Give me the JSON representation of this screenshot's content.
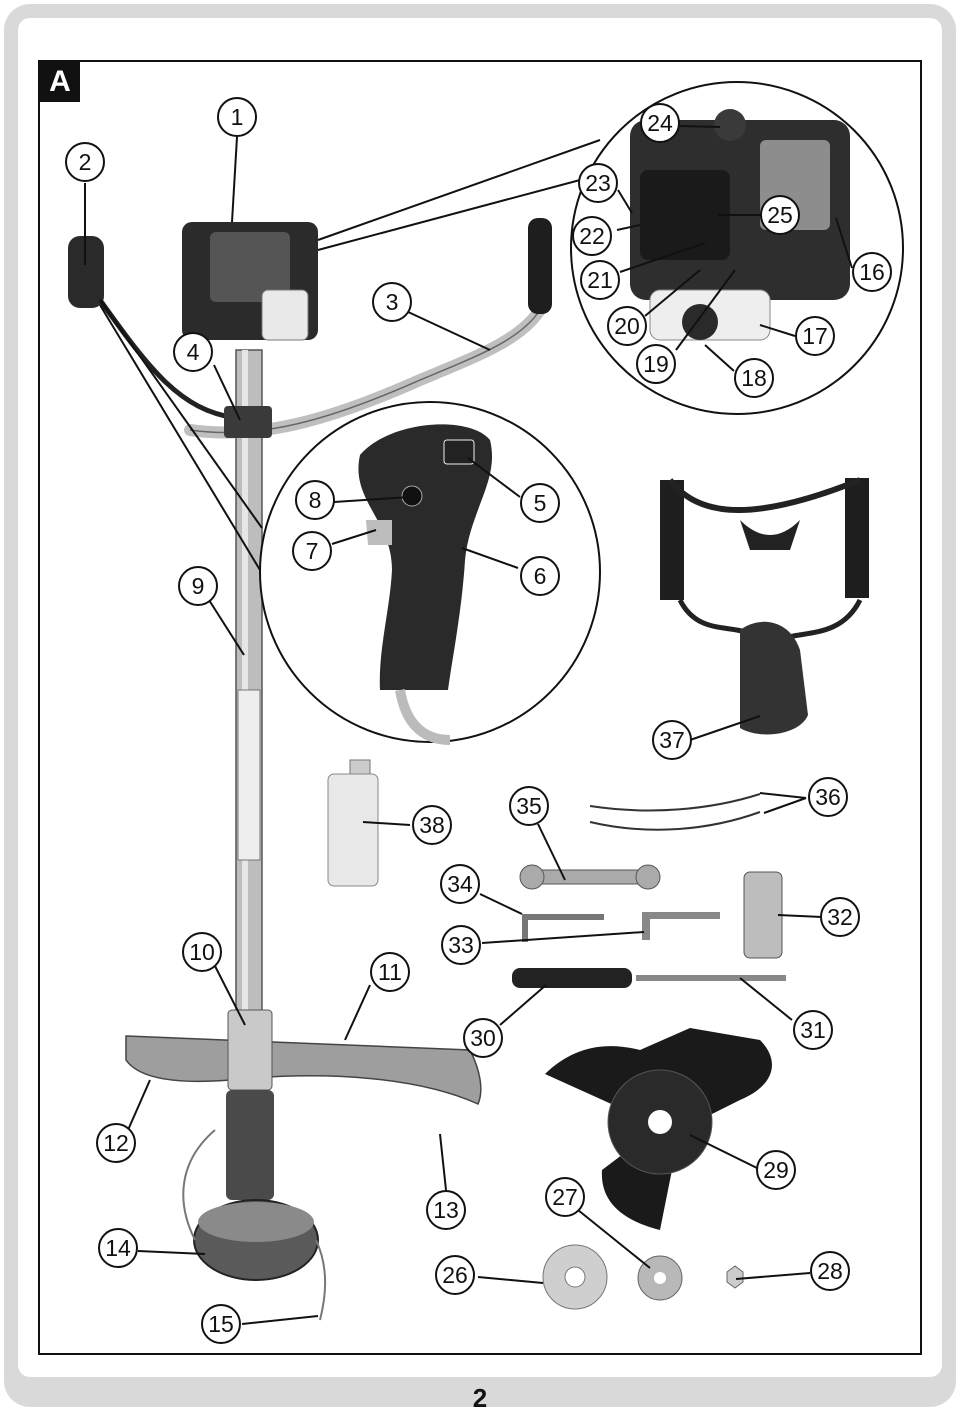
{
  "page": {
    "section_label": "A",
    "page_number": "2"
  },
  "callouts": [
    {
      "label": "1"
    },
    {
      "label": "2"
    },
    {
      "label": "3"
    },
    {
      "label": "4"
    },
    {
      "label": "5"
    },
    {
      "label": "6"
    },
    {
      "label": "7"
    },
    {
      "label": "8"
    },
    {
      "label": "9"
    },
    {
      "label": "10"
    },
    {
      "label": "11"
    },
    {
      "label": "12"
    },
    {
      "label": "13"
    },
    {
      "label": "14"
    },
    {
      "label": "15"
    },
    {
      "label": "16"
    },
    {
      "label": "17"
    },
    {
      "label": "18"
    },
    {
      "label": "19"
    },
    {
      "label": "20"
    },
    {
      "label": "21"
    },
    {
      "label": "22"
    },
    {
      "label": "23"
    },
    {
      "label": "24"
    },
    {
      "label": "25"
    },
    {
      "label": "26"
    },
    {
      "label": "27"
    },
    {
      "label": "28"
    },
    {
      "label": "29"
    },
    {
      "label": "30"
    },
    {
      "label": "31"
    },
    {
      "label": "32"
    },
    {
      "label": "33"
    },
    {
      "label": "34"
    },
    {
      "label": "35"
    },
    {
      "label": "36"
    },
    {
      "label": "37"
    },
    {
      "label": "38"
    }
  ]
}
